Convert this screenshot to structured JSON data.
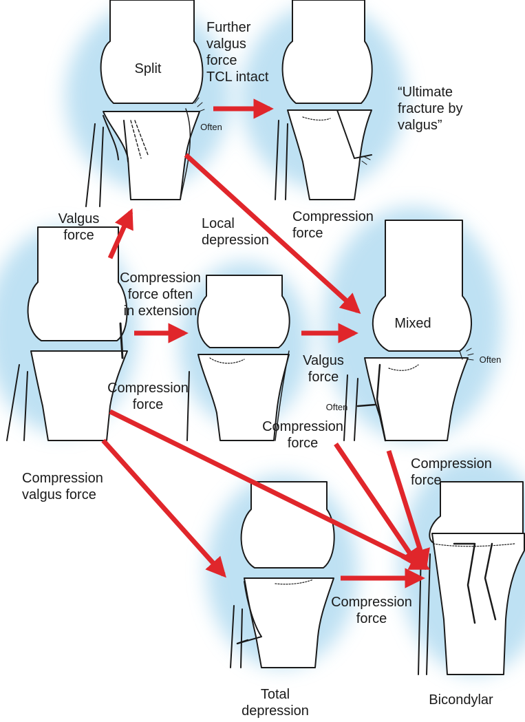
{
  "colors": {
    "arrow": "#e0262b",
    "halo": "#a9d7ef",
    "line": "#1a1a1a",
    "bone": "#ffffff"
  },
  "labels": {
    "split": "Split",
    "further_valgus": "Further\nvalgus\nforce\nTCL intact",
    "ultimate": "“Ultimate\nfracture by\nvalgus”",
    "often_top": "Often",
    "valgus_force_left": "Valgus\nforce",
    "local_depression": "Local\ndepression",
    "compression_force_top": "Compression\nforce",
    "compression_extension": "Compression\nforce often\nin extension",
    "mixed": "Mixed",
    "often_mixed": "Often",
    "valgus_force_mid": "Valgus\nforce",
    "compression_force_mid_left": "Compression\nforce",
    "often_mid": "Often",
    "compression_force_mid": "Compression\nforce",
    "compression_force_right": "Compression\nforce",
    "compression_valgus": "Compression\nvalgus force",
    "compression_force_bottom": "Compression\nforce",
    "total_depression": "Total\ndepression",
    "bicondylar": "Bicondylar"
  }
}
